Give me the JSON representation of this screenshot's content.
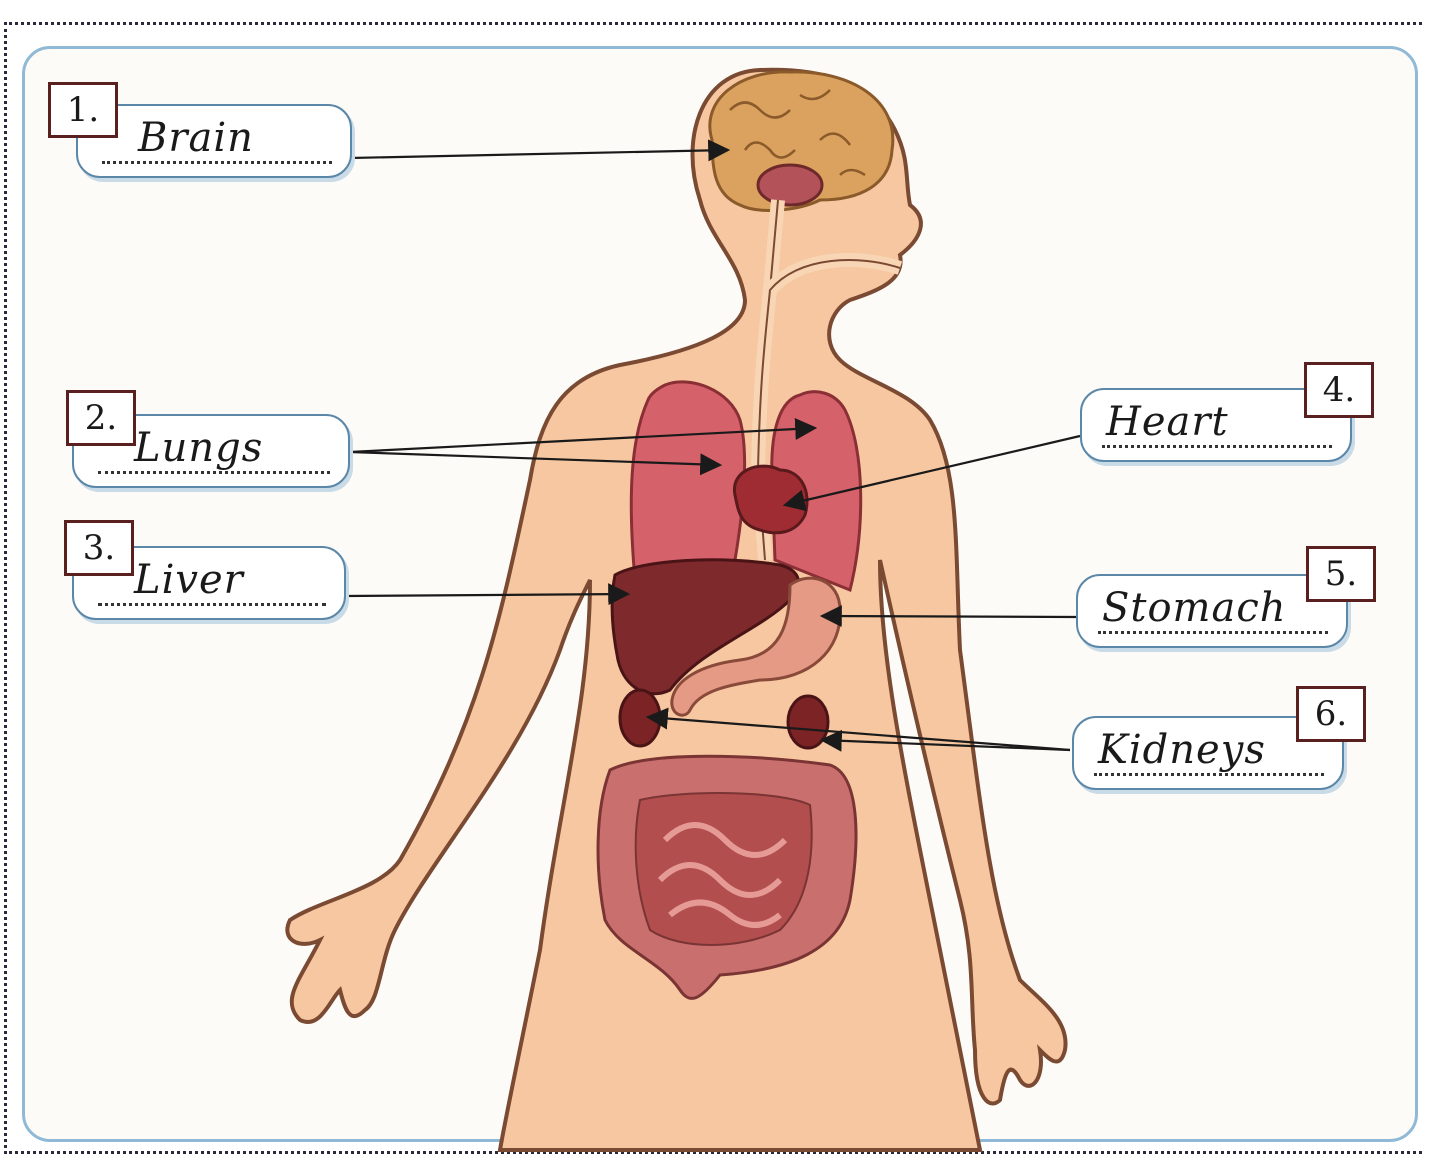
{
  "labels": [
    {
      "number": "1.",
      "answer": "Brain"
    },
    {
      "number": "2.",
      "answer": "Lungs"
    },
    {
      "number": "3.",
      "answer": "Liver"
    },
    {
      "number": "4.",
      "answer": "Heart"
    },
    {
      "number": "5.",
      "answer": "Stomach"
    },
    {
      "number": "6.",
      "answer": "Kidneys"
    }
  ],
  "colors": {
    "skin": "#f6c7a0",
    "skin_outline": "#7a4a32",
    "brain": "#dba15f",
    "lungs": "#d5616a",
    "heart": "#9e2c32",
    "liver": "#7e2a2c",
    "stomach": "#e59a86",
    "kidneys": "#7c2325",
    "intestines": "#c9706e",
    "panel_border": "#8fb9d6"
  }
}
